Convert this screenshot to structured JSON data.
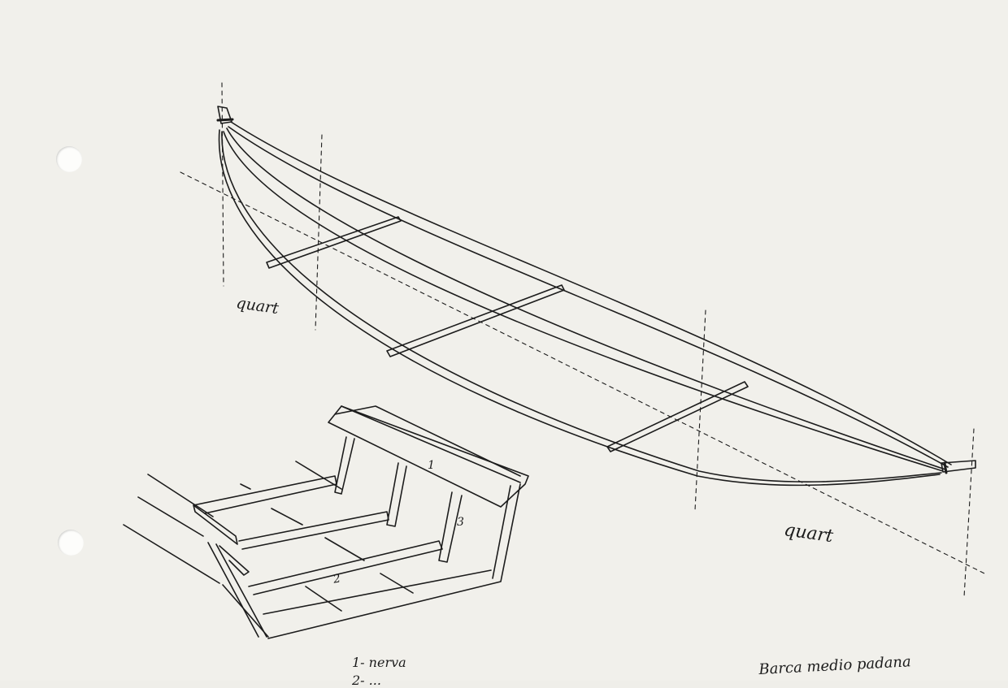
{
  "sheet": {
    "caption": "Barca medio padana",
    "labels": {
      "quart_left": "quart",
      "quart_right": "quart",
      "part_1": "1",
      "part_2": "2",
      "part_3": "3"
    },
    "legend": {
      "line_1": "1- nerva",
      "line_2": "2- ..."
    }
  },
  "colors": {
    "paper": "#f1f0eb",
    "ink": "#1c1c1c"
  }
}
